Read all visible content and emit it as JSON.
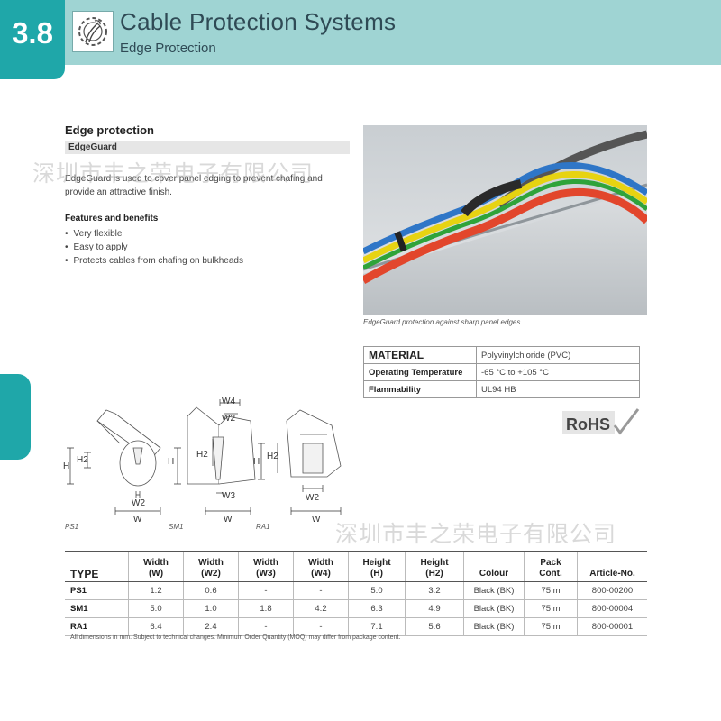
{
  "header": {
    "section_number": "3.8",
    "title": "Cable Protection Systems",
    "subtitle": "Edge Protection",
    "logo_icon": "gear-hand-icon"
  },
  "intro": {
    "heading": "Edge protection",
    "product": "EdgeGuard",
    "description": "EdgeGuard is used to cover panel edging to prevent chafing and provide an attractive finish.",
    "features_heading": "Features and benefits",
    "features": [
      "Very flexible",
      "Easy to apply",
      "Protects cables from chafing on bulkheads"
    ]
  },
  "watermarks": [
    "深圳市丰之荣电子有限公司",
    "深圳市丰之荣电子有限公司"
  ],
  "photo": {
    "caption": "EdgeGuard protection against sharp panel edges."
  },
  "material_table": [
    {
      "key": "MATERIAL",
      "value": "Polyvinylchloride (PVC)"
    },
    {
      "key": "Operating Temperature",
      "value": "-65 °C to +105 °C"
    },
    {
      "key": "Flammability",
      "value": "UL94 HB"
    }
  ],
  "rohs": "RoHS",
  "drawings": {
    "ps1": {
      "caption": "PS1",
      "labels": [
        "H",
        "H2",
        "W2",
        "W"
      ]
    },
    "sm1": {
      "caption": "SM1",
      "labels": [
        "W4",
        "W2",
        "H",
        "H2",
        "W3",
        "W"
      ]
    },
    "ra1": {
      "caption": "RA1",
      "labels": [
        "H",
        "H2",
        "W2",
        "W"
      ]
    }
  },
  "spec_table": {
    "headers": [
      {
        "l1": "TYPE",
        "l2": ""
      },
      {
        "l1": "Width",
        "l2": "(W)"
      },
      {
        "l1": "Width",
        "l2": "(W2)"
      },
      {
        "l1": "Width",
        "l2": "(W3)"
      },
      {
        "l1": "Width",
        "l2": "(W4)"
      },
      {
        "l1": "Height",
        "l2": "(H)"
      },
      {
        "l1": "Height",
        "l2": "(H2)"
      },
      {
        "l1": "Colour",
        "l2": ""
      },
      {
        "l1": "Pack",
        "l2": "Cont."
      },
      {
        "l1": "Article-No.",
        "l2": ""
      }
    ],
    "rows": [
      [
        "PS1",
        "1.2",
        "0.6",
        "-",
        "-",
        "5.0",
        "3.2",
        "Black (BK)",
        "75 m",
        "800-00200"
      ],
      [
        "SM1",
        "5.0",
        "1.0",
        "1.8",
        "4.2",
        "6.3",
        "4.9",
        "Black (BK)",
        "75 m",
        "800-00004"
      ],
      [
        "RA1",
        "6.4",
        "2.4",
        "-",
        "-",
        "7.1",
        "5.6",
        "Black (BK)",
        "75 m",
        "800-00001"
      ]
    ]
  },
  "footnote": "All dimensions in mm. Subject to technical changes. Minimum Order Quantity (MOQ) may differ from package content.",
  "colors": {
    "teal": "#1fa7a9",
    "band": "#9fd4d3",
    "title": "#2f4a55"
  }
}
